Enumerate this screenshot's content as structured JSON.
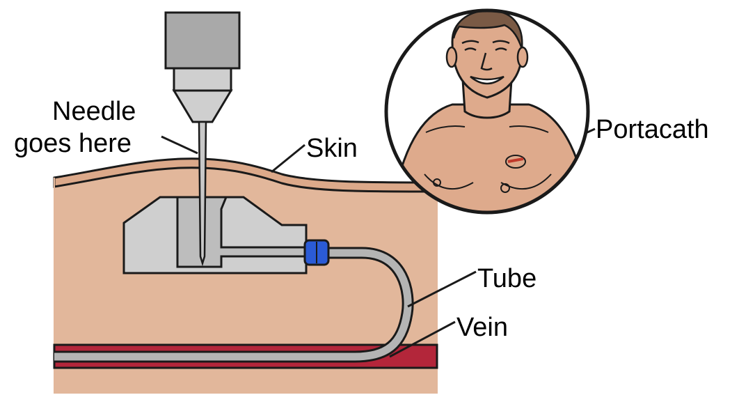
{
  "labels": {
    "needle_line1": "Needle",
    "needle_line2": "goes here",
    "skin": "Skin",
    "portacath": "Portacath",
    "tube": "Tube",
    "vein": "Vein"
  },
  "colors": {
    "tissue": "#e2b79b",
    "skin_layer": "#dca98a",
    "outline": "#1a1a1a",
    "port_body": "#cfcfcf",
    "port_chamber": "#bdbdbd",
    "needle_hub": "#a9a9a9",
    "tube": "#b4b4b4",
    "connector": "#2b5bd6",
    "vein": "#b3263a",
    "patient_skin": "#deaa8c",
    "patient_hair": "#7a5a45",
    "port_incision": "#c0392b"
  }
}
